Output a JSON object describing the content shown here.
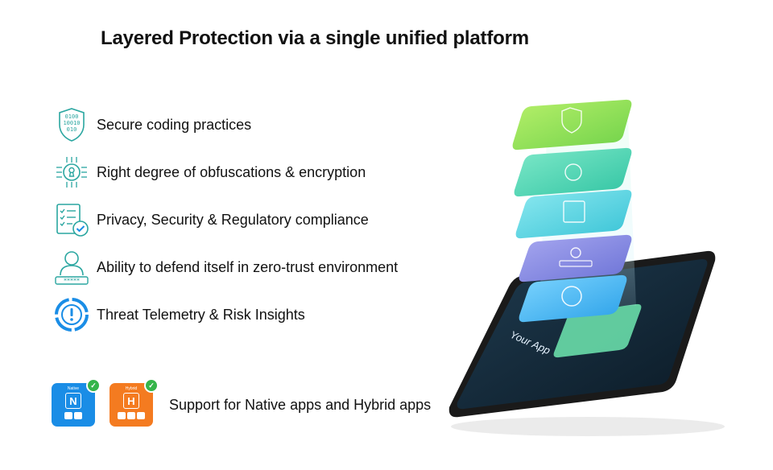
{
  "title": "Layered Protection via a single unified platform",
  "features": [
    {
      "label": "Secure coding practices",
      "icon": "binary-shield-icon"
    },
    {
      "label": "Right degree of obfuscations & encryption",
      "icon": "keyhole-chip-icon"
    },
    {
      "label": "Privacy, Security & Regulatory compliance",
      "icon": "checklist-document-icon"
    },
    {
      "label": "Ability to defend itself in zero-trust environment",
      "icon": "user-password-icon"
    },
    {
      "label": "Threat Telemetry & Risk Insights",
      "icon": "alert-telemetry-icon"
    }
  ],
  "support": {
    "label": "Support for Native apps and Hybrid apps",
    "native_badge": {
      "caption": "Native",
      "letter": "N",
      "color": "#1a8de6"
    },
    "hybrid_badge": {
      "caption": "Hybrid",
      "letter": "H",
      "color": "#f47b20"
    }
  },
  "illustration": {
    "phone_label": "Your App",
    "layer_icons": [
      "binary-shield-icon",
      "keyhole-chip-icon",
      "checklist-document-icon",
      "user-password-icon",
      "alert-telemetry-icon"
    ]
  },
  "colors": {
    "teal_icon": "#2aa6a0",
    "blue_icon": "#1a8de6",
    "check_green": "#35b54a"
  }
}
